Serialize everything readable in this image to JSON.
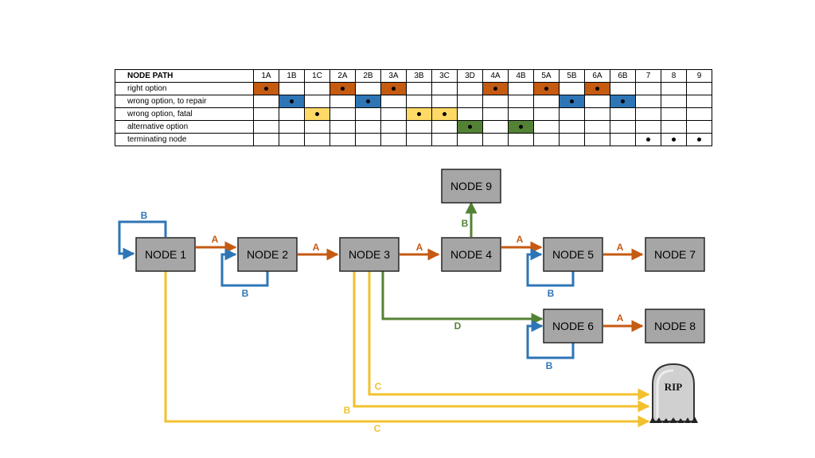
{
  "table": {
    "header_label": "NODE PATH",
    "columns": [
      "1A",
      "1B",
      "1C",
      "2A",
      "2B",
      "3A",
      "3B",
      "3C",
      "3D",
      "4A",
      "4B",
      "5A",
      "5B",
      "6A",
      "6B",
      "7",
      "8",
      "9"
    ],
    "rows": [
      {
        "label": "right option",
        "color": "#c55a11",
        "marked": [
          "1A",
          "2A",
          "3A",
          "4A",
          "5A",
          "6A"
        ]
      },
      {
        "label": "wrong option, to repair",
        "color": "#2e75b6",
        "marked": [
          "1B",
          "2B",
          "5B",
          "6B"
        ]
      },
      {
        "label": "wrong option, fatal",
        "color": "#ffd966",
        "marked": [
          "1C",
          "3B",
          "3C"
        ]
      },
      {
        "label": "alternative option",
        "color": "#548235",
        "marked": [
          "3D",
          "4B"
        ]
      },
      {
        "label": "terminating node",
        "color": "",
        "marked": [
          "7",
          "8",
          "9"
        ]
      }
    ]
  },
  "colors": {
    "right": "#c55a11",
    "repair": "#2e75b6",
    "fatal": "#f2c12e",
    "alternative": "#548235"
  },
  "nodes": {
    "n1": "NODE 1",
    "n2": "NODE 2",
    "n3": "NODE 3",
    "n4": "NODE 4",
    "n5": "NODE 5",
    "n6": "NODE 6",
    "n7": "NODE 7",
    "n8": "NODE 8",
    "n9": "NODE 9"
  },
  "edge_labels": {
    "n1_b": "B",
    "n1_a": "A",
    "n2_b": "B",
    "n2_a": "A",
    "n3_a": "A",
    "n4_b": "B",
    "n4_a": "A",
    "n5_b": "B",
    "n5_a": "A",
    "n3_d": "D",
    "n6_b": "B",
    "n6_a": "A",
    "fatal_c_top": "C",
    "fatal_b": "B",
    "fatal_c_bottom": "C"
  },
  "tombstone": {
    "text": "RIP",
    "icon": "tombstone-icon"
  }
}
